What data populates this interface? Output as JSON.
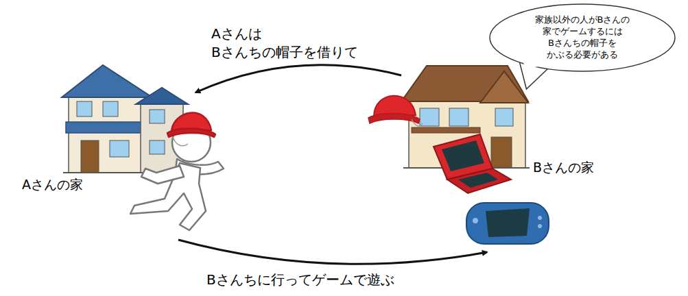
{
  "diagram": {
    "nodes": [
      {
        "text": [
          "Aさんの家"
        ]
      },
      {
        "text": [
          "Bさんの家"
        ]
      },
      {
        "text": [
          "家族以外の人がBさんの 家でゲームするには Bさんちの帽子を かぶる必要がある"
        ]
      }
    ],
    "edges": [
      {
        "from": 1,
        "to": 0,
        "arrow": "to",
        "label": "Aさんは Bさんちの帽子を借りて"
      },
      {
        "from": 0,
        "to": 1,
        "arrow": "to",
        "label": "Bさんちに行ってゲームで遊ぶ"
      }
    ]
  }
}
